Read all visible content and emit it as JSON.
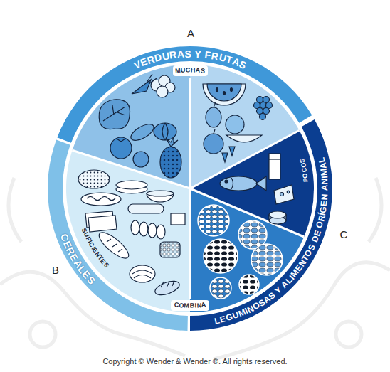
{
  "diagram": {
    "nodes": [
      {
        "text": [
          "VERDURAS Y FRUTAS"
        ]
      },
      {
        "text": [
          "CEREALES"
        ]
      },
      {
        "text": [
          "LEGUMINOSAS Y ALIMENTOS DE ORÍGEN ANIMAL"
        ]
      }
    ],
    "labels": [
      "A",
      "MUCHAS",
      "B",
      "SUFICIENTES",
      "C",
      "POCOS",
      "COMBINA",
      "Copyright © Wender & Wender ®. All rights reserved."
    ]
  }
}
